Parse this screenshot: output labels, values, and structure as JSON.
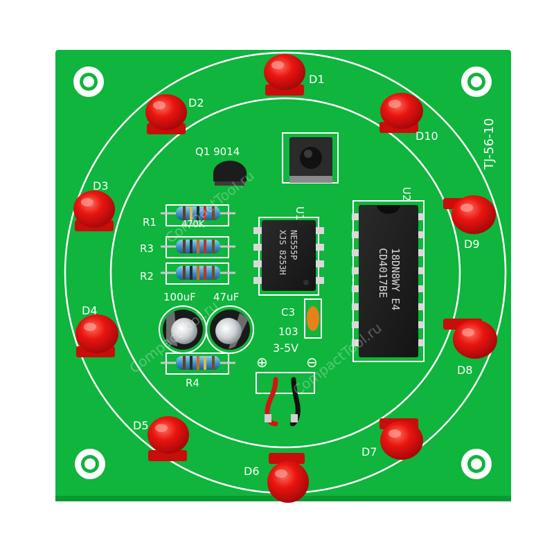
{
  "board": {
    "id_label": "TJ-56-10",
    "colors": {
      "pcb": "#0fb53c",
      "pcb_edge": "#0a9a30",
      "silk": "#ffffff",
      "led": "#e0120f",
      "pad": "#d9d9d9"
    }
  },
  "leds": [
    {
      "label": "D1"
    },
    {
      "label": "D2"
    },
    {
      "label": "D3"
    },
    {
      "label": "D4"
    },
    {
      "label": "D5"
    },
    {
      "label": "D6"
    },
    {
      "label": "D7"
    },
    {
      "label": "D8"
    },
    {
      "label": "D9"
    },
    {
      "label": "D10"
    }
  ],
  "components": {
    "transistor_label": "Q1 9014",
    "r1": "R1",
    "r2": "R2",
    "r3": "R3",
    "r4": "R4",
    "r1_value": "470K",
    "c1_value": "100uF",
    "c2_value": "47uF",
    "c3": "C3",
    "c3_value": "103",
    "u1": "U1",
    "u2": "U2",
    "u1_marking_1": "NE555P",
    "u1_marking_2": "XJS 8253H",
    "u2_marking_1": "18DN8WY E4",
    "u2_marking_2": "CD4017BE",
    "power_label": "3-5V",
    "plus_symbol": "⊕",
    "minus_symbol": "⊖"
  },
  "watermarks": [
    "CompactTool.ru",
    "CompactTool.ru",
    "CompactTool.ru"
  ]
}
